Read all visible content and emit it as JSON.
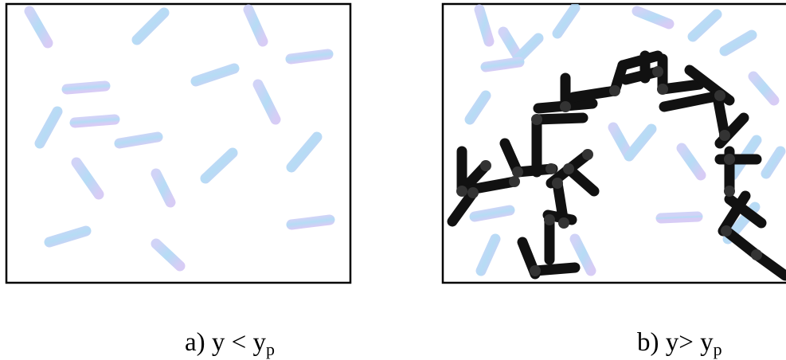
{
  "colors": {
    "stick_light": "#b8c8f2",
    "stick_highlight": "#a7d8f5",
    "stick_tint": "#cfc6f5",
    "stick_dark": "#111111",
    "frame": "#000000"
  },
  "panels": [
    {
      "id": "a",
      "prefix": "a) y ",
      "op": "<",
      "var": " y",
      "sub": "p"
    },
    {
      "id": "b",
      "prefix": "b) y",
      "op": ">",
      "var": " y",
      "sub": "p"
    }
  ]
}
